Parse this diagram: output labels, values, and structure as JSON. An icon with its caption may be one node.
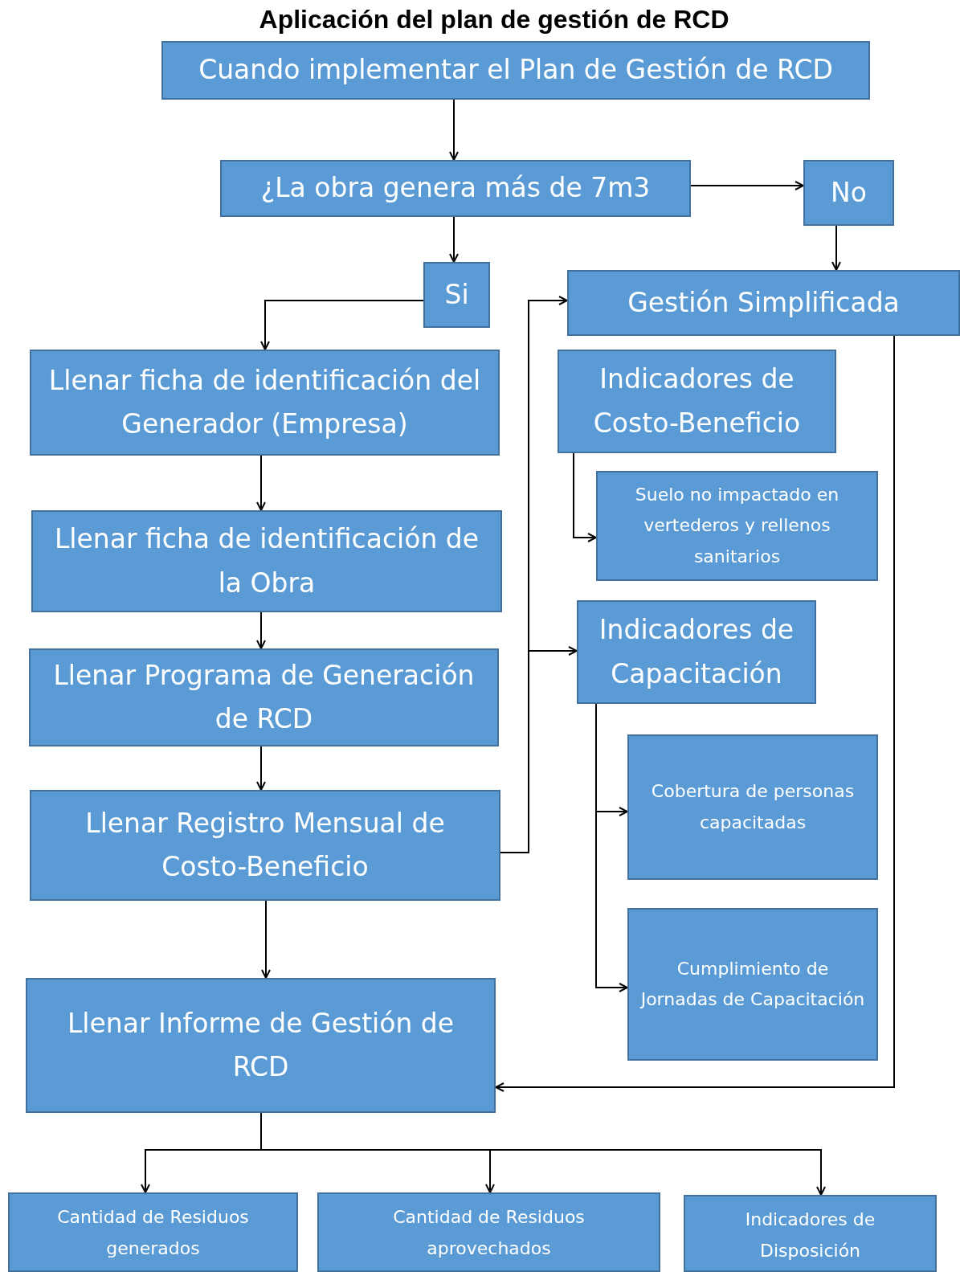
{
  "diagram": {
    "title": "Aplicación del plan de gestión de RCD",
    "nodes": [
      {
        "text": [
          "Cuando implementar el Plan de Gestión de RCD"
        ]
      },
      {
        "text": [
          "¿La obra genera más de 7m3"
        ]
      },
      {
        "text": [
          "No"
        ]
      },
      {
        "text": [
          "Si"
        ]
      },
      {
        "text": [
          "Gestión Simplificada"
        ]
      },
      {
        "text": [
          "Llenar ficha de identificación del Generador (Empresa)"
        ]
      },
      {
        "text": [
          "Indicadores de Costo-Beneficio"
        ]
      },
      {
        "text": [
          "Suelo no impactado en vertederos y rellenos sanitarios"
        ]
      },
      {
        "text": [
          "Llenar ficha de identificación de la Obra"
        ]
      },
      {
        "text": [
          "Indicadores de Capacitación"
        ]
      },
      {
        "text": [
          "Llenar Programa de Generación de RCD"
        ]
      },
      {
        "text": [
          "Cobertura de personas capacitadas"
        ]
      },
      {
        "text": [
          "Llenar Registro Mensual de Costo-Beneficio"
        ]
      },
      {
        "text": [
          "Cumplimiento de Jornadas de Capacitación"
        ]
      },
      {
        "text": [
          "Llenar Informe de Gestión de RCD"
        ]
      },
      {
        "text": [
          "Cantidad de Residuos generados"
        ]
      },
      {
        "text": [
          "Cantidad de Residuos aprovechados"
        ]
      },
      {
        "text": [
          "Indicadores de Disposición"
        ]
      }
    ],
    "edges": [
      {
        "from": 0,
        "to": 1,
        "arrow": "to"
      },
      {
        "from": 1,
        "to": 2,
        "arrow": "to"
      },
      {
        "from": 1,
        "to": 3,
        "arrow": "to"
      },
      {
        "from": 2,
        "to": 4,
        "arrow": "to"
      },
      {
        "from": 3,
        "to": 5,
        "arrow": "to"
      },
      {
        "from": 5,
        "to": 8,
        "arrow": "to"
      },
      {
        "from": 8,
        "to": 10,
        "arrow": "to"
      },
      {
        "from": 10,
        "to": 12,
        "arrow": "to"
      },
      {
        "from": 12,
        "to": 4,
        "arrow": "to"
      },
      {
        "from": 12,
        "to": 9,
        "arrow": "to"
      },
      {
        "from": 6,
        "to": 7,
        "arrow": "to"
      },
      {
        "from": 9,
        "to": 11,
        "arrow": "to"
      },
      {
        "from": 9,
        "to": 13,
        "arrow": "to"
      },
      {
        "from": 4,
        "to": 14,
        "arrow": "to"
      },
      {
        "from": 12,
        "to": 14,
        "arrow": "to"
      },
      {
        "from": 14,
        "to": 15,
        "arrow": "to"
      },
      {
        "from": 14,
        "to": 16,
        "arrow": "to"
      },
      {
        "from": 14,
        "to": 17,
        "arrow": "to"
      }
    ]
  }
}
